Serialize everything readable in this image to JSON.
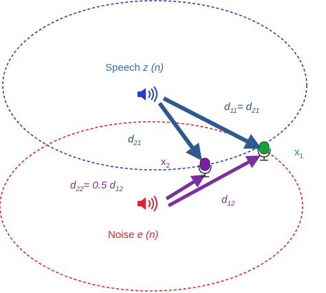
{
  "speech_label": {
    "prefix": "Speech ",
    "var": "z",
    "arg": " (n)"
  },
  "noise_label": {
    "prefix": "Noise ",
    "var": "e",
    "arg": " (n)"
  },
  "d21_label": {
    "base": "d",
    "sub": "21"
  },
  "d11_eq_label": {
    "lhs_base": "d",
    "lhs_sub": "11",
    "eq": "= ",
    "rhs_base": "d",
    "rhs_sub": "21"
  },
  "d22_eq_label": {
    "lhs_base": "d",
    "lhs_sub": "22",
    "eq": "= 0.5 ",
    "rhs_base": "d",
    "rhs_sub": "12"
  },
  "d12_label": {
    "base": "d",
    "sub": "12"
  },
  "mic1_label": {
    "base": "x",
    "sub": "1"
  },
  "mic2_label": {
    "base": "x",
    "sub": "2"
  },
  "colors": {
    "speech_circle": "#1f3fbf",
    "noise_circle": "#e8202a",
    "speech_text": "#2a6fb5",
    "noise_text": "#e8202a",
    "speech_arrow": "#2f5a91",
    "noise_arrow": "#7b2fa0",
    "d21_text": "#2f4f7f",
    "purple_text": "#7b2fa0",
    "mic1_green": "#1aa03a",
    "mic2_purple": "#7b1fa2"
  }
}
